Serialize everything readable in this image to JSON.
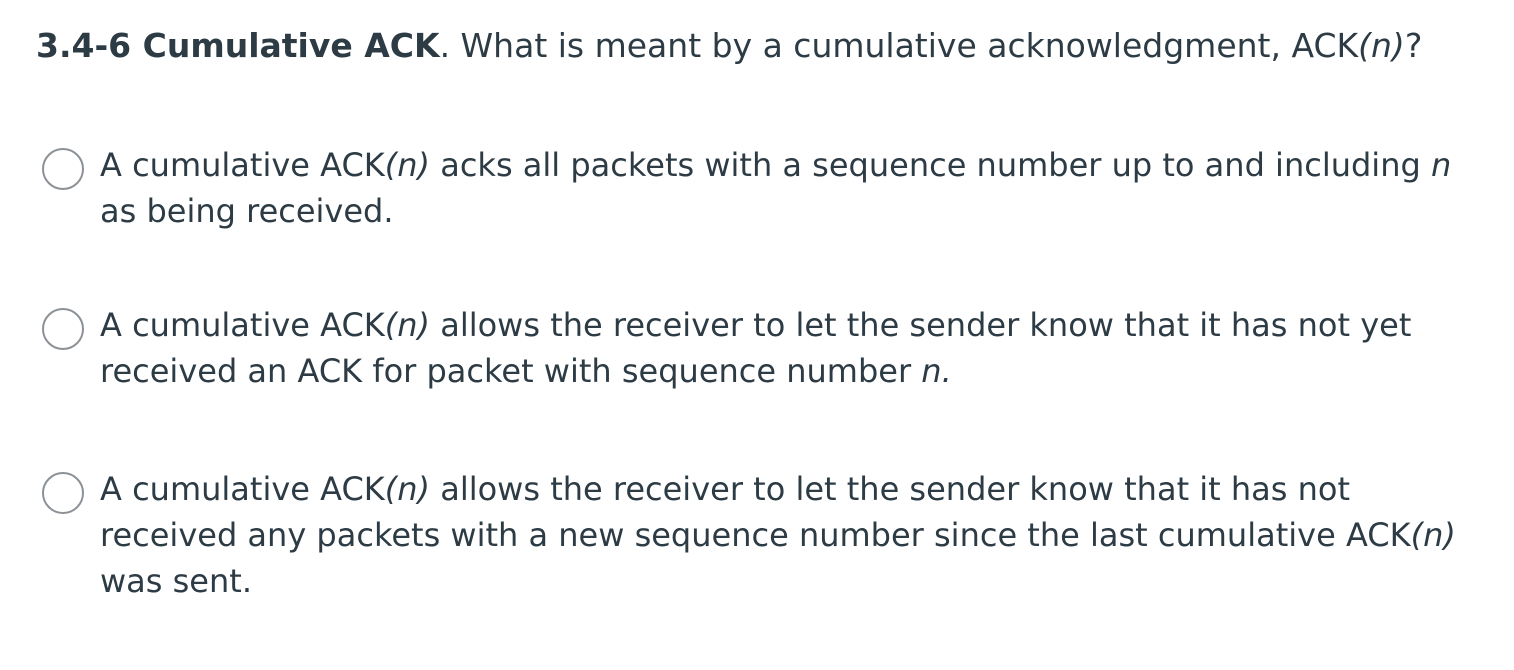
{
  "question": {
    "number": "3.4-6 Cumulative ACK",
    "p1": ". What is meant by a cumulative acknowledgment, ACK",
    "n": "(n)",
    "p2": "?"
  },
  "options": [
    {
      "a": "A cumulative ACK",
      "b": "(n)",
      "c": " acks all packets with a sequence number up to and including ",
      "d": "n",
      "e": " as being received."
    },
    {
      "a": "A cumulative ACK",
      "b": "(n)",
      "c": " allows the receiver to let the sender know that it has not yet received an ACK for packet with sequence number ",
      "d": "n.",
      "e": ""
    },
    {
      "a": "A cumulative ACK",
      "b": "(n)",
      "c": " allows the receiver to let the sender know that it has not received any packets with a new sequence number since the last cumulative ACK",
      "d": "(n)",
      "e": " was sent."
    }
  ],
  "colors": {
    "text": "#2d3b45",
    "radio_border": "#8b9196"
  }
}
